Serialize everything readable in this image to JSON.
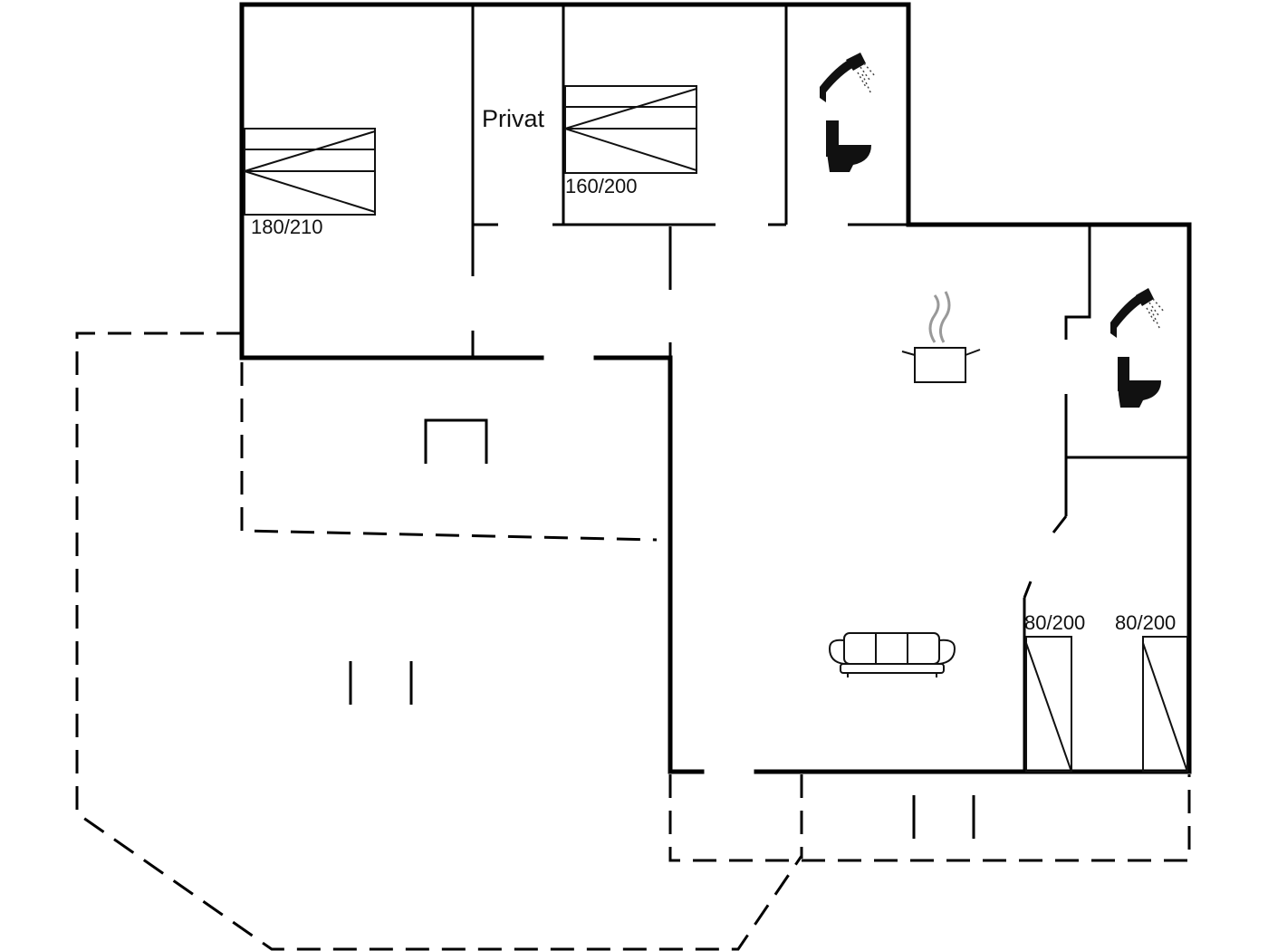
{
  "labels": {
    "bed_master": "180/210",
    "private_room": "Privat",
    "bed_double": "160/200",
    "bed_single_1": "80/200",
    "bed_single_2": "80/200"
  },
  "icons": [
    "bed-icon",
    "shower-icon",
    "toilet-icon",
    "cooking-pot-icon",
    "sofa-icon",
    "fireplace-icon"
  ]
}
